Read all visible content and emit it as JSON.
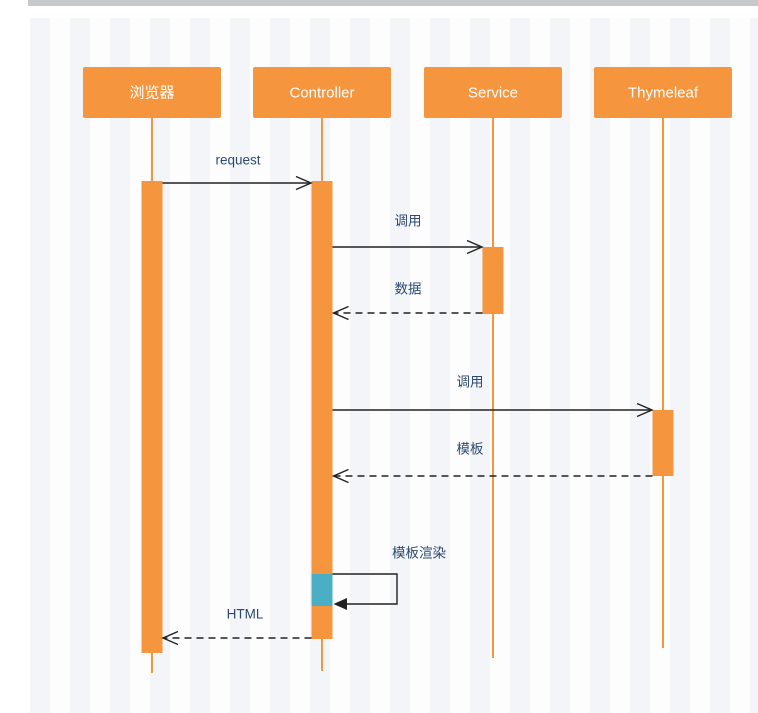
{
  "diagram": {
    "type": "uml-sequence",
    "participants": [
      {
        "id": "browser",
        "label": "浏览器"
      },
      {
        "id": "controller",
        "label": "Controller"
      },
      {
        "id": "service",
        "label": "Service"
      },
      {
        "id": "thymeleaf",
        "label": "Thymeleaf"
      }
    ],
    "messages": [
      {
        "from": "浏览器",
        "to": "Controller",
        "label": "request",
        "kind": "sync"
      },
      {
        "from": "Controller",
        "to": "Service",
        "label": "调用",
        "kind": "sync"
      },
      {
        "from": "Service",
        "to": "Controller",
        "label": "数据",
        "kind": "return-dashed"
      },
      {
        "from": "Controller",
        "to": "Thymeleaf",
        "label": "调用",
        "kind": "sync"
      },
      {
        "from": "Thymeleaf",
        "to": "Controller",
        "label": "模板",
        "kind": "return-dashed"
      },
      {
        "from": "Controller",
        "to": "Controller",
        "label": "模板渲染",
        "kind": "self"
      },
      {
        "from": "Controller",
        "to": "浏览器",
        "label": "HTML",
        "kind": "return-dashed"
      }
    ]
  },
  "colors": {
    "participant_fill": "#f5953e",
    "lifeline": "#f5953e",
    "activation_fill": "#f5953e",
    "self_activation_fill": "#4aaec5",
    "message_text": "#2b4a70",
    "arrow": "#222222",
    "stripe": "#f4f5f8",
    "top_bar": "#c6c8ca"
  }
}
